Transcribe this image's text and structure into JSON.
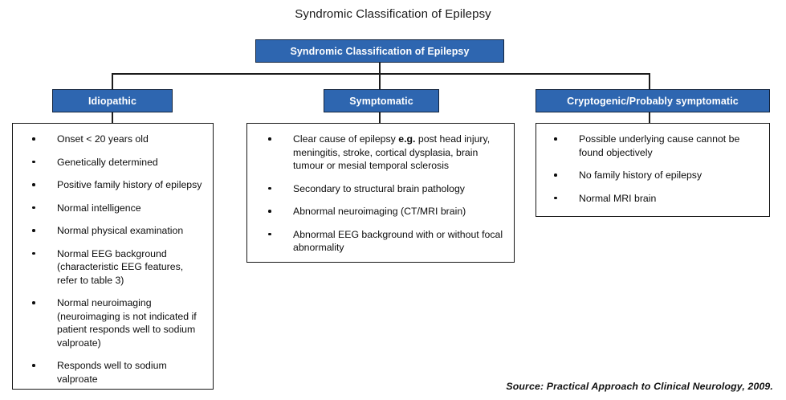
{
  "page": {
    "title": "Syndromic Classification of Epilepsy",
    "source_note": "Source: Practical Approach to Clinical Neurology, 2009."
  },
  "colors": {
    "node_fill": "#2e66b0",
    "node_border": "#12233d",
    "node_text": "#ffffff",
    "panel_border": "#171717",
    "body_text": "#0d0d0d",
    "background": "#ffffff"
  },
  "chart_data": {
    "type": "diagram",
    "diagram_kind": "hierarchy-tree",
    "root": {
      "label": "Syndromic Classification of Epilepsy"
    },
    "branches": [
      {
        "label": "Idiopathic",
        "items": [
          "Onset < 20 years old",
          "Genetically determined",
          "Positive family history of epilepsy",
          "Normal intelligence",
          "Normal physical examination",
          "Normal EEG background (characteristic EEG features, refer to table 3)",
          "Normal neuroimaging (neuroimaging is not indicated if patient responds well to sodium valproate)",
          "Responds well to sodium valproate"
        ]
      },
      {
        "label": "Symptomatic",
        "items": [
          "Clear cause of epilepsy e.g. post head injury, meningitis,  stroke, cortical dysplasia, brain tumour or mesial temporal sclerosis",
          "Secondary to structural brain pathology",
          "Abnormal neuroimaging (CT/MRI brain)",
          "Abnormal EEG background with or without focal abnormality"
        ]
      },
      {
        "label": "Cryptogenic/Probably symptomatic",
        "items": [
          "Possible underlying cause cannot be found objectively",
          "No family history of epilepsy",
          "Normal MRI brain"
        ]
      }
    ]
  },
  "branch0": {
    "label": "Idiopathic",
    "i0": "Onset < 20 years old",
    "i1": "Genetically determined",
    "i2": "Positive family history of epilepsy",
    "i3": "Normal intelligence",
    "i4": "Normal physical examination",
    "i5": "Normal EEG background (characteristic EEG features, refer to table 3)",
    "i6": "Normal neuroimaging (neuroimaging is not indicated if patient responds well to sodium valproate)",
    "i7": "Responds well to sodium valproate"
  },
  "branch1": {
    "label": "Symptomatic",
    "i0a": "Clear cause of epilepsy ",
    "i0b": "e.g.",
    "i0c": " post head injury, meningitis,  stroke, cortical dysplasia, brain tumour or mesial temporal sclerosis",
    "i1": "Secondary to structural brain pathology",
    "i2": "Abnormal neuroimaging (CT/MRI brain)",
    "i3": "Abnormal EEG background with or without focal abnormality"
  },
  "branch2": {
    "label": "Cryptogenic/Probably symptomatic",
    "i0": "Possible underlying cause cannot be found objectively",
    "i1": "No family history of epilepsy",
    "i2": "Normal MRI brain"
  }
}
